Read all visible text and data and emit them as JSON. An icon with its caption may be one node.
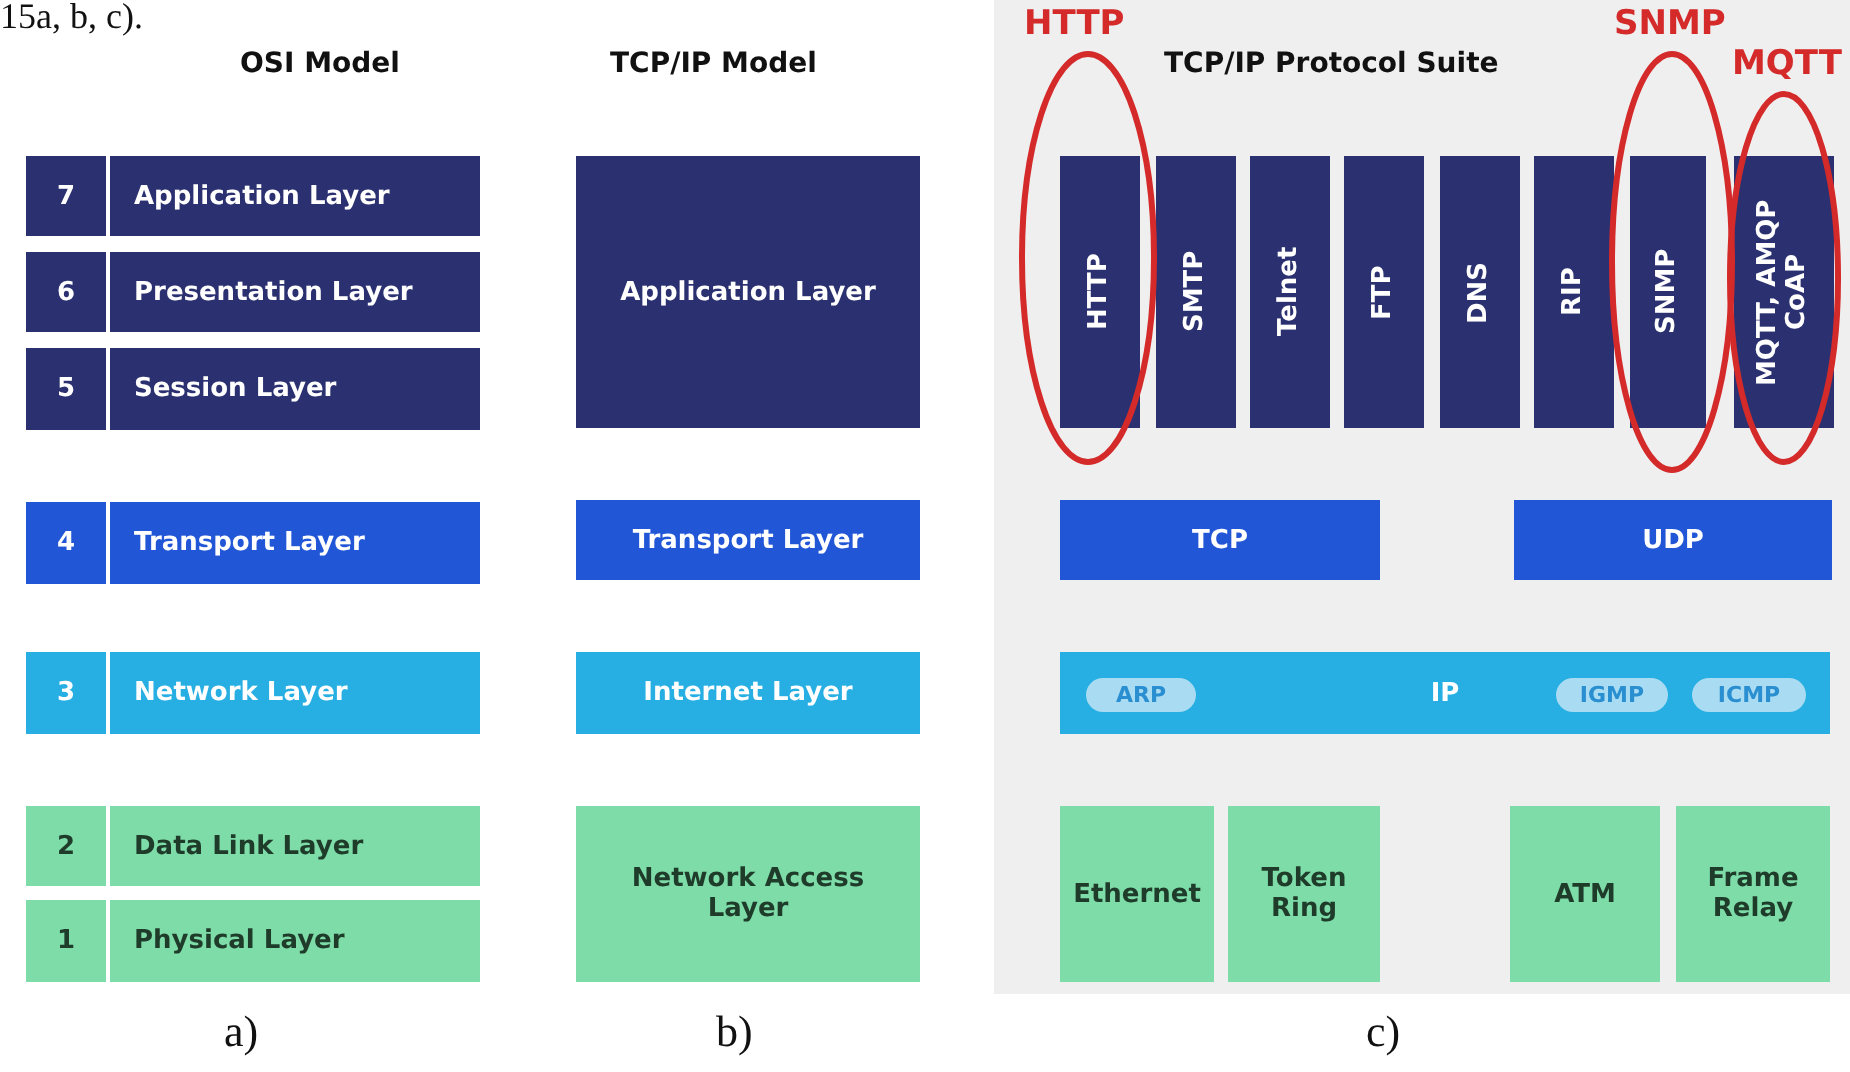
{
  "diagram": {
    "nodes": [
      {
        "text": [
          "7",
          "Application Layer"
        ]
      },
      {
        "text": [
          "6",
          "Presentation Layer"
        ]
      },
      {
        "text": [
          "5",
          "Session Layer"
        ]
      },
      {
        "text": [
          "4",
          "Transport Layer"
        ]
      },
      {
        "text": [
          "3",
          "Network Layer"
        ]
      },
      {
        "text": [
          "2",
          "Data Link Layer"
        ]
      },
      {
        "text": [
          "1",
          "Physical Layer"
        ]
      },
      {
        "text": [
          "Application Layer"
        ]
      },
      {
        "text": [
          "Transport Layer"
        ]
      },
      {
        "text": [
          "Internet Layer"
        ]
      },
      {
        "text": [
          "Network Access Layer"
        ]
      },
      {
        "text": [
          "TCP/IP Protocol Suite"
        ]
      },
      {
        "text": [
          "HTTP"
        ],
        "in": 11
      },
      {
        "text": [
          "HTTP"
        ],
        "in": 12
      },
      {
        "text": [
          "SMTP"
        ],
        "in": 11
      },
      {
        "text": [
          "Telnet"
        ],
        "in": 11
      },
      {
        "text": [
          "FTP"
        ],
        "in": 11
      },
      {
        "text": [
          "DNS"
        ],
        "in": 11
      },
      {
        "text": [
          "RIP"
        ],
        "in": 11
      },
      {
        "text": [
          "SNMP"
        ],
        "in": 11
      },
      {
        "text": [
          "SNMP"
        ],
        "in": 19
      },
      {
        "text": [
          "MQTT"
        ],
        "in": 11
      },
      {
        "text": [
          "MQTT, AMQP CoAP"
        ],
        "in": 21
      },
      {
        "text": [
          "TCP"
        ],
        "in": 11
      },
      {
        "text": [
          "UDP"
        ],
        "in": 11
      },
      {
        "text": [
          "IP"
        ],
        "in": 11
      },
      {
        "text": [
          "ARP"
        ],
        "in": 25
      },
      {
        "text": [
          "IGMP"
        ],
        "in": 25
      },
      {
        "text": [
          "ICMP"
        ],
        "in": 25
      },
      {
        "text": [
          "Ethernet"
        ],
        "in": 11
      },
      {
        "text": [
          "Token Ring"
        ],
        "in": 11
      },
      {
        "text": [
          "ATM"
        ],
        "in": 11
      },
      {
        "text": [
          "Frame Relay"
        ],
        "in": 11
      }
    ],
    "labels": [
      "15a, b, c).",
      "OSI Model",
      "TCP/IP Model",
      "a)",
      "b)",
      "c)"
    ]
  }
}
